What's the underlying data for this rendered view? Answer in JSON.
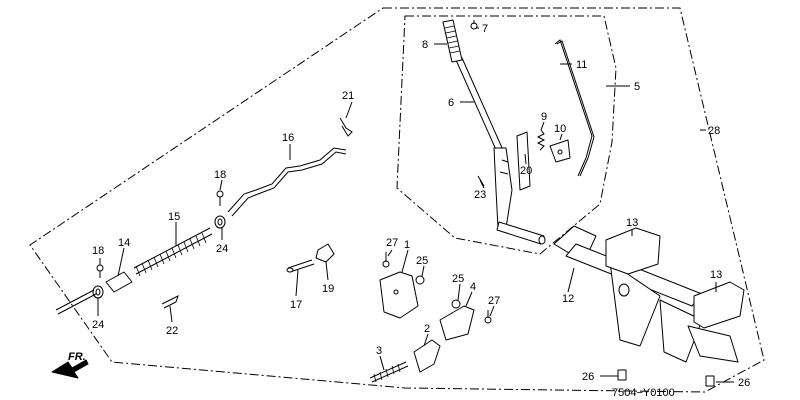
{
  "diagram_code": "7504−Y0100",
  "front_label": "FR.",
  "callouts": {
    "c1": "1",
    "c2": "2",
    "c3": "3",
    "c4": "4",
    "c5": "5",
    "c6": "6",
    "c7": "7",
    "c8": "8",
    "c9": "9",
    "c10": "10",
    "c11": "11",
    "c12": "12",
    "c13a": "13",
    "c13b": "13",
    "c14": "14",
    "c15": "15",
    "c16": "16",
    "c17": "17",
    "c18a": "18",
    "c18b": "18",
    "c19": "19",
    "c20": "20",
    "c21": "21",
    "c22": "22",
    "c23": "23",
    "c24a": "24",
    "c24b": "24",
    "c25a": "25",
    "c25b": "25",
    "c26a": "26",
    "c26b": "26",
    "c27a": "27",
    "c27b": "27",
    "c28": "28"
  }
}
